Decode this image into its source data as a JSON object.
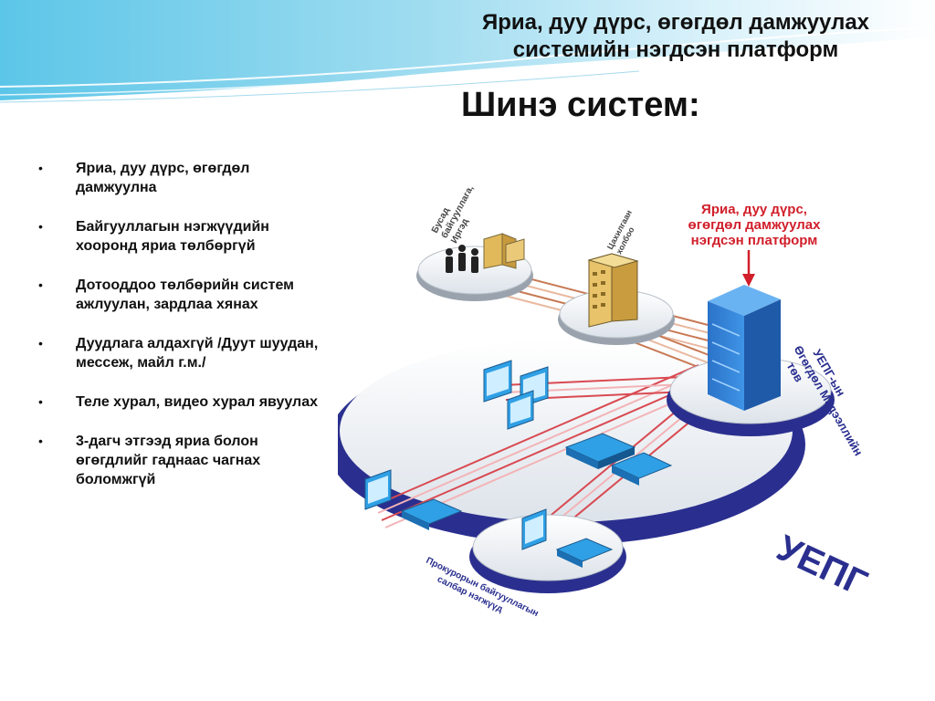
{
  "header": {
    "title_line1": "Яриа, дуу дүрс, өгөгдөл дамжуулах",
    "title_line2": "системийн нэгдсэн платформ"
  },
  "subtitle": "Шинэ систем:",
  "bullets": [
    {
      "line1": "Яриа, дуу дүрс, өгөгдөл",
      "line2": "дамжуулна"
    },
    {
      "line1": "Байгууллагын нэгжүүдийн",
      "line2": "хооронд яриа төлбөргүй"
    },
    {
      "line1": "Дотооддоо төлбөрийн систем",
      "line2": "ажлуулан, зардлаа хянах"
    },
    {
      "line1": "Дуудлага алдахгүй /Дуут шуудан,",
      "line2": "мессеж, майл г.м./"
    },
    {
      "line1": "Теле хурал, видео хурал явуулах",
      "line2": ""
    },
    {
      "line1": "3-дагч этгээд яриа болон",
      "line2": "өгөгдлийг гаднаас чагнах",
      "line3": "боломжгүй"
    }
  ],
  "bullet_symbol": "•",
  "diagram": {
    "platform_label": {
      "line1": "Яриа, дуу дүрс,",
      "line2": "өгөгдөл дамжуулах",
      "line3": "нэгдсэн платформ"
    },
    "other_orgs_label": {
      "line1": "Бусад",
      "line2": "байгууллага,",
      "line3": "Иргэд"
    },
    "telecom_label": {
      "line1": "Цахилгаан",
      "line2": "холбоо"
    },
    "data_center_label": {
      "line1": "УЕПГ-ын",
      "line2": "Өгөгдөл Мэдээллийн",
      "line3": "төв"
    },
    "network_label": "УЕПГ",
    "branch_label": {
      "line1": "Прокурорын байгууллагын",
      "line2": "салбар нэгжүүд"
    }
  },
  "colors": {
    "accent_red": "#d11f2b",
    "network_navy": "#2a2f8f",
    "server_blue": "#2f7fd6",
    "equipment_blue": "#2fa0e6",
    "line_orange": "#c87a55"
  }
}
